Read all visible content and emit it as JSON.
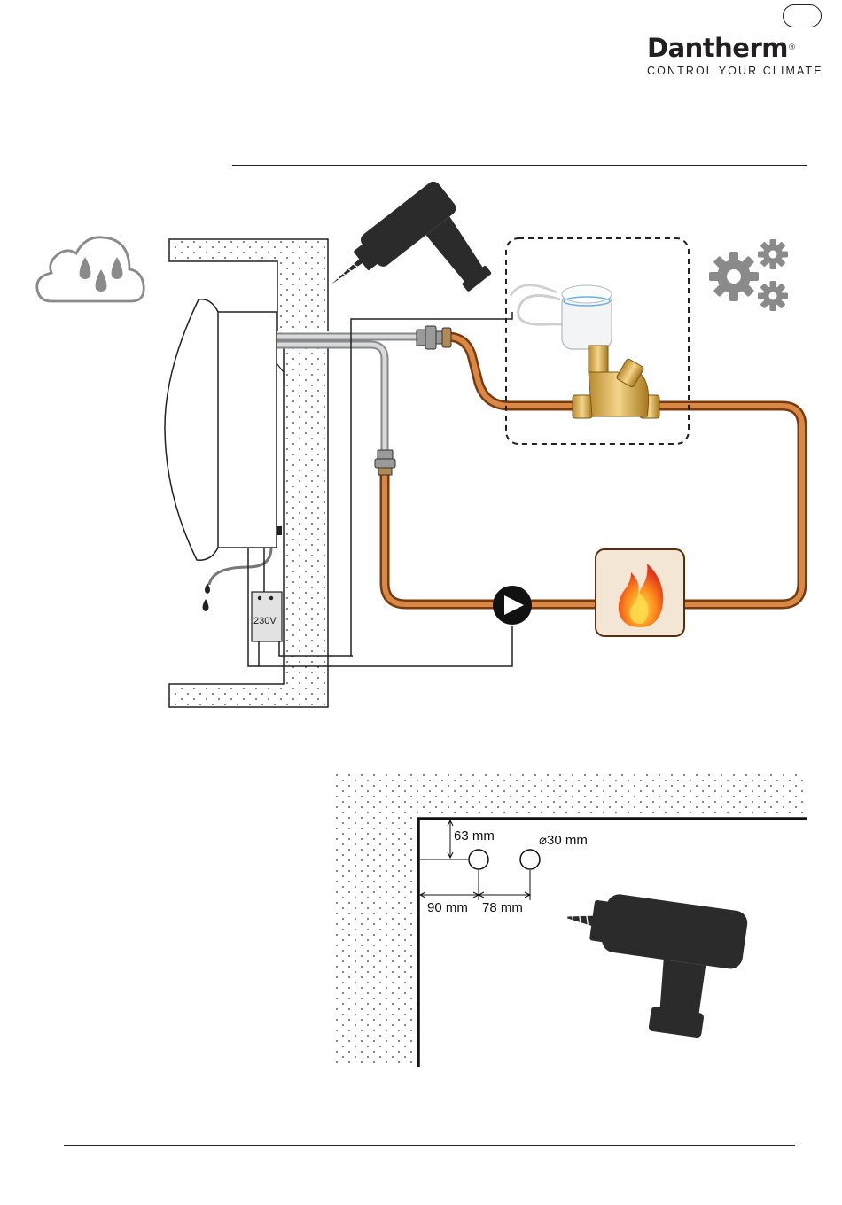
{
  "header": {
    "brand_name": "Dantherm",
    "brand_reg": "®",
    "tagline": "CONTROL YOUR CLIMATE"
  },
  "diagram": {
    "junction_box_label": "230V"
  },
  "drilling": {
    "offset_top": "63 mm",
    "hole_diameter": "⌀30 mm",
    "offset_side": "90 mm",
    "hole_spacing": "78 mm"
  },
  "colors": {
    "copper": "#c56a28",
    "steel": "#b9bcbf",
    "flame_box": "#f4e6d4",
    "icon_gray": "#8a8a8a",
    "drill": "#2b2b2b"
  }
}
